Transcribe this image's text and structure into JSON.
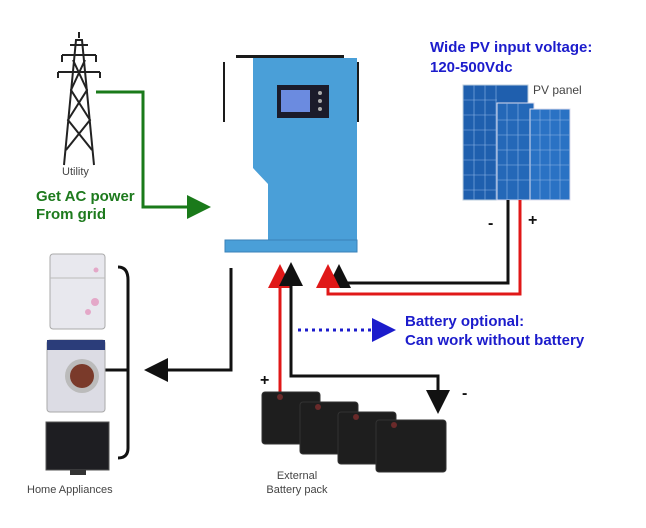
{
  "diagram": {
    "title": "Off-grid hybrid solar inverter wiring",
    "utility": {
      "label": "Utility",
      "caption_line1": "Get AC power",
      "caption_line2": "From grid"
    },
    "pv": {
      "heading_line1": "Wide PV input voltage:",
      "heading_line2": "120-500Vdc",
      "label": "PV panel",
      "minus": "-",
      "plus": "+"
    },
    "battery": {
      "note_line1": "Battery optional:",
      "note_line2": "Can work without battery",
      "label_line1": "External",
      "label_line2": "Battery pack",
      "plus": "+",
      "minus": "-"
    },
    "appliances": {
      "label": "Home Appliances",
      "items": [
        "refrigerator",
        "washing machine",
        "television"
      ]
    },
    "colors": {
      "grid_line": "#1a7a1a",
      "positive_wire": "#e01818",
      "negative_wire": "#111111",
      "note_text": "#1c1ccc",
      "inverter_body": "#4a9fd8"
    }
  }
}
